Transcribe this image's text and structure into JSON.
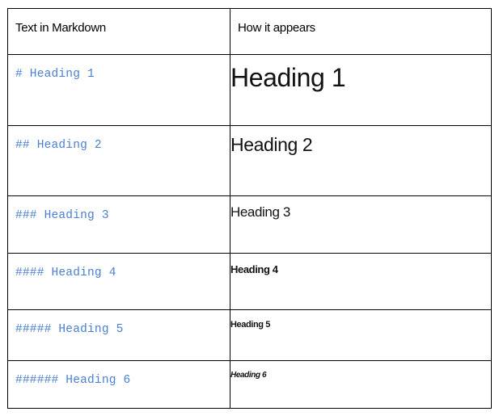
{
  "table": {
    "headers": {
      "source": "Text in Markdown",
      "rendered": "How it appears"
    },
    "accent_color": "#4a7fd4",
    "border_color": "#000000",
    "text_color": "#111111",
    "rows": [
      {
        "source": "# Heading 1",
        "rendered": "Heading 1",
        "level": 1
      },
      {
        "source": "## Heading 2",
        "rendered": "Heading 2",
        "level": 2
      },
      {
        "source": "### Heading 3",
        "rendered": "Heading 3",
        "level": 3
      },
      {
        "source": "#### Heading 4",
        "rendered": "Heading 4",
        "level": 4
      },
      {
        "source": "##### Heading 5",
        "rendered": "Heading 5",
        "level": 5
      },
      {
        "source": "###### Heading 6",
        "rendered": "Heading 6",
        "level": 6
      }
    ]
  }
}
